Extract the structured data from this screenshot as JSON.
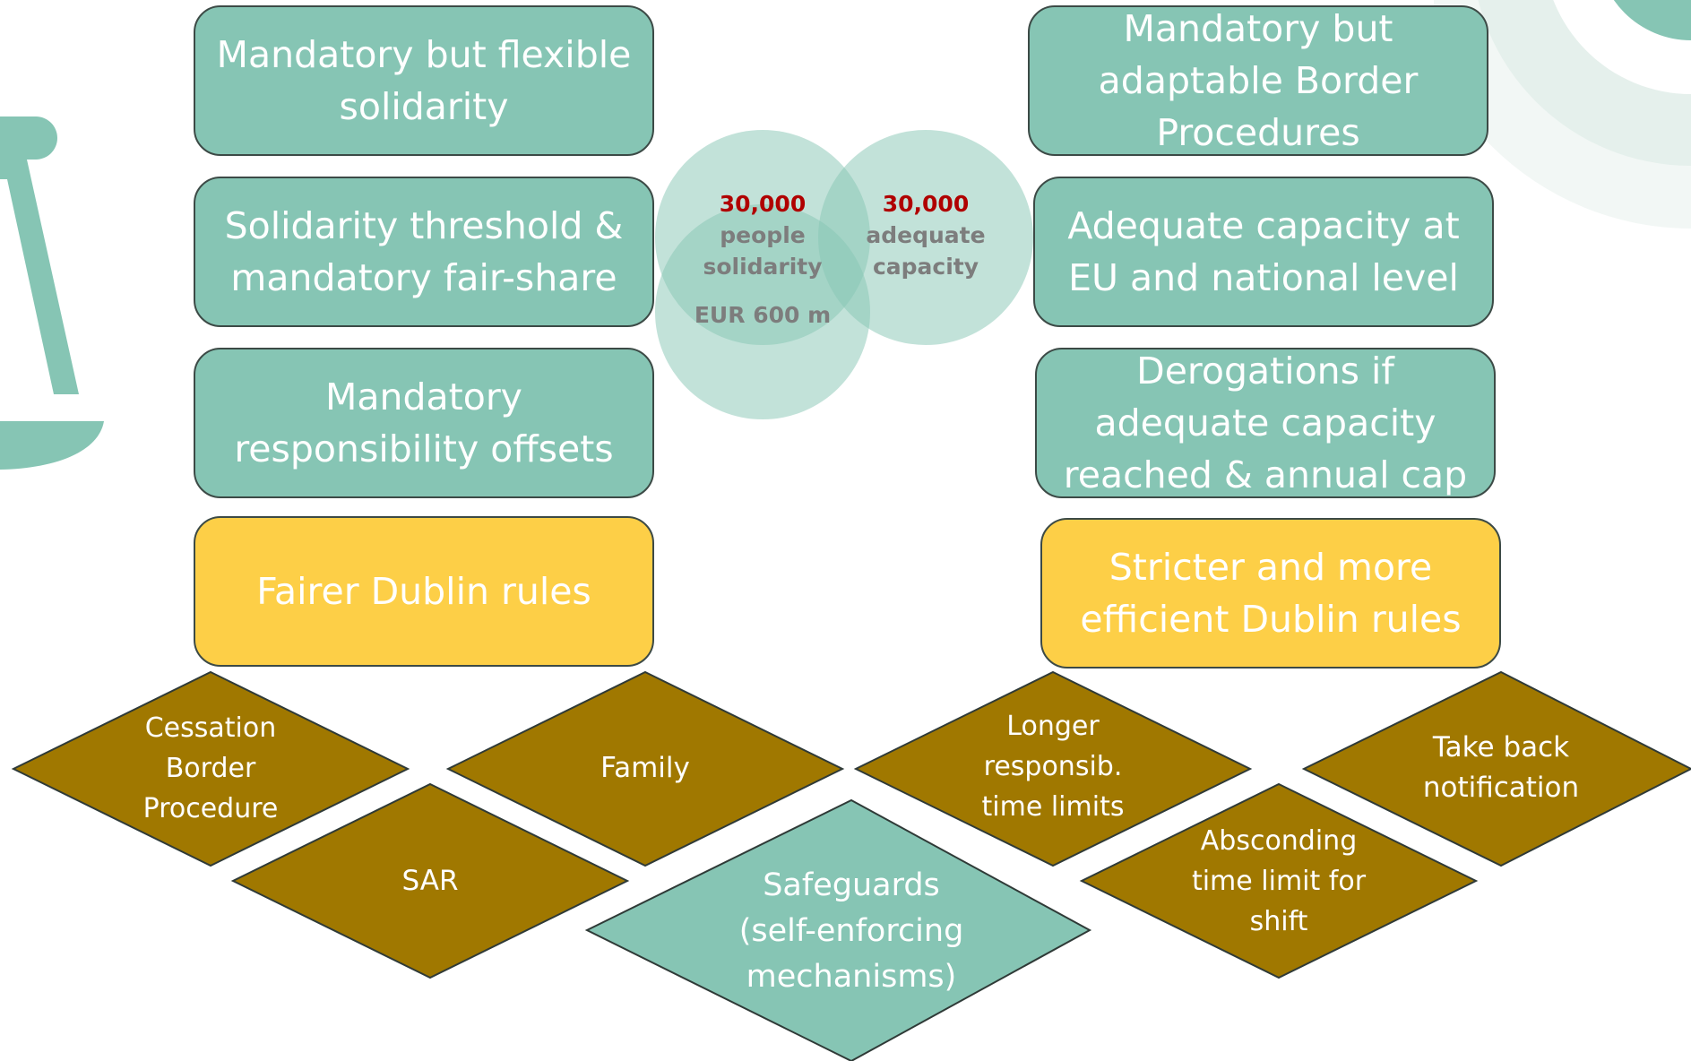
{
  "colors": {
    "teal_box": "#86c5b4",
    "yellow_box": "#fdcf47",
    "diamond_brown": "#a07800",
    "highlight_red": "#b00000",
    "venn_gray_text": "#7d7d7d"
  },
  "left_boxes": [
    {
      "text": "Mandatory but flexible solidarity"
    },
    {
      "text": "Solidarity threshold & mandatory fair-share"
    },
    {
      "text": "Mandatory responsibility offsets"
    },
    {
      "text": "Fairer Dublin rules"
    }
  ],
  "right_boxes": [
    {
      "text": "Mandatory but adaptable Border Procedures"
    },
    {
      "text": "Adequate capacity at EU and national level"
    },
    {
      "text": "Derogations if adequate capacity reached & annual cap"
    },
    {
      "text": "Stricter and more efficient Dublin rules"
    }
  ],
  "venn": {
    "left": {
      "number": "30,000",
      "label_line1": "people",
      "label_line2": "solidarity"
    },
    "right": {
      "number": "30,000",
      "label_line1": "adequate",
      "label_line2": "capacity"
    },
    "bottom": {
      "label": "EUR 600 m"
    }
  },
  "diamonds": {
    "cessation": "Cessation Border Procedure",
    "family": "Family",
    "longer": "Longer responsib. time limits",
    "take_back": "Take back notification",
    "sar": "SAR",
    "safeguards": "Safeguards (self-enforcing mechanisms)",
    "absconding": "Absconding time limit for shift"
  }
}
